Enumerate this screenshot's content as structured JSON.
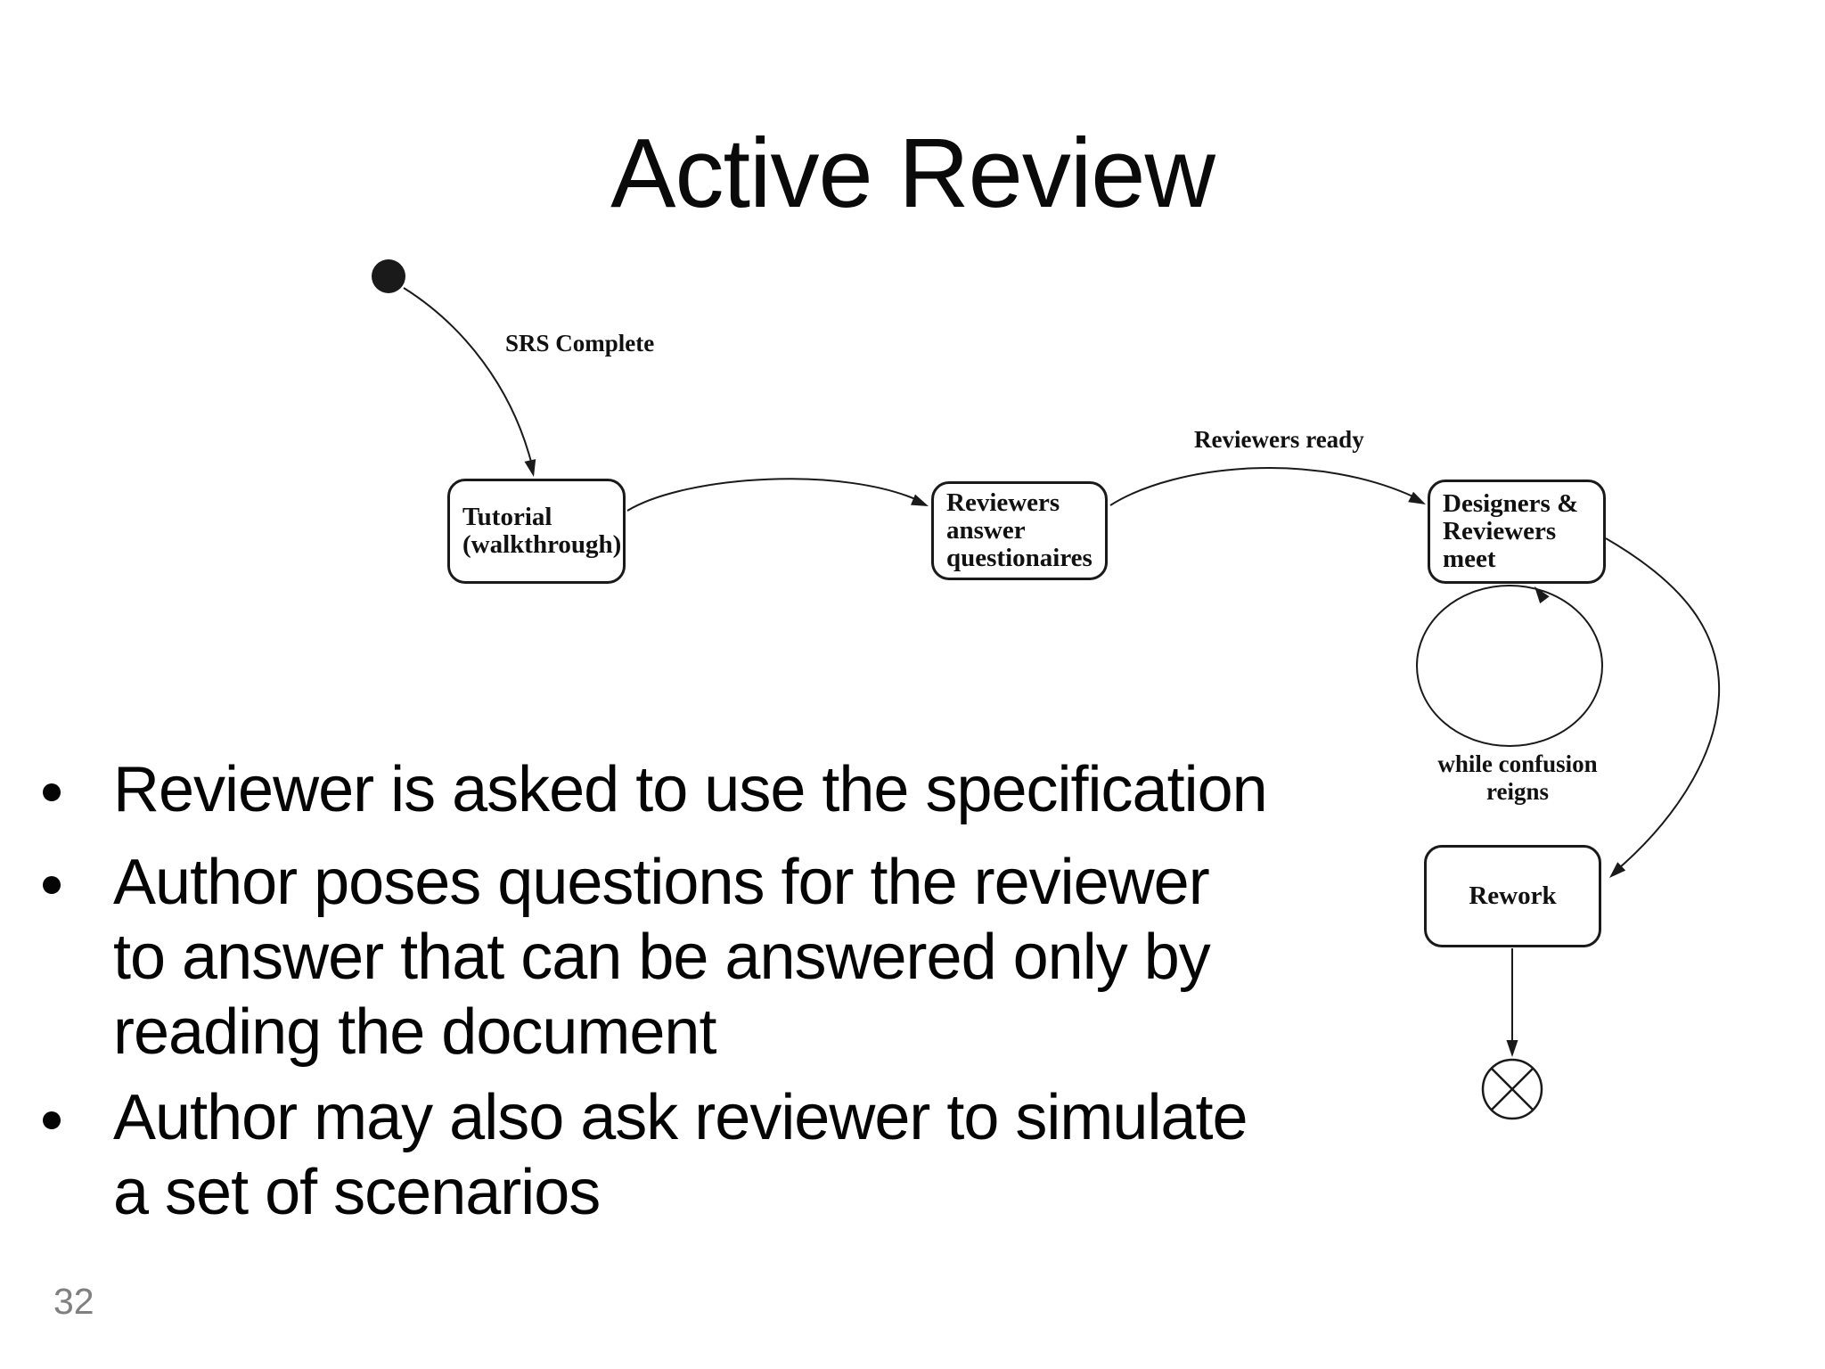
{
  "slide": {
    "title": "Active Review",
    "page_number": "32",
    "bullets": [
      "Reviewer is asked to use the specification",
      "Author poses questions for the reviewer\nto answer that can be answered only by\nreading the document",
      "Author may also ask reviewer to simulate\na set of scenarios"
    ],
    "diagram": {
      "states": {
        "tutorial": "Tutorial\n(walkthrough)",
        "reviewers": "Reviewers\nanswer\nquestionaires",
        "designers": "Designers &\nReviewers\nmeet",
        "rework": "Rework"
      },
      "transitions": {
        "srs_complete": "SRS Complete",
        "reviewers_ready": "Reviewers ready",
        "while_confusion": "while confusion\nreigns"
      },
      "colors": {
        "ink": "#1a1a1a",
        "background": "#ffffff",
        "page_number": "#808080"
      }
    }
  }
}
